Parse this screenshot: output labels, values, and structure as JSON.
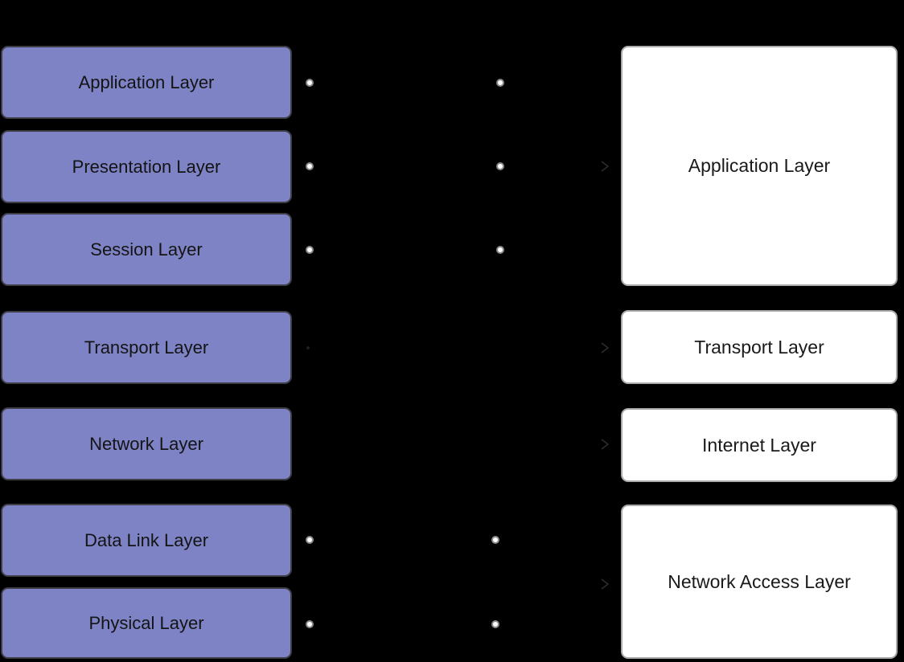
{
  "diagram": {
    "description": "OSI model layers mapped to TCP/IP model layers",
    "osi_model": {
      "layers": [
        {
          "label": "Application Layer"
        },
        {
          "label": "Presentation Layer"
        },
        {
          "label": "Session Layer"
        },
        {
          "label": "Transport Layer"
        },
        {
          "label": "Network Layer"
        },
        {
          "label": "Data Link Layer"
        },
        {
          "label": "Physical Layer"
        }
      ]
    },
    "tcpip_model": {
      "layers": [
        {
          "label": "Application Layer"
        },
        {
          "label": "Transport Layer"
        },
        {
          "label": "Internet Layer"
        },
        {
          "label": "Network Access Layer"
        }
      ]
    }
  },
  "colors": {
    "background": "#000000",
    "osi-box-fill": "#7E83C6",
    "osi-box-border": "#3E3E46",
    "osi-box-text": "#141414",
    "tcp-box-fill": "#FFFFFF",
    "tcp-box-border": "#ABABAB",
    "tcp-box-text": "#1A1A1A",
    "connector-dot-fill": "#FFFFFF",
    "connector-dot-ring": "#8A8A8A",
    "arrowhead-stroke": "#2E2E2E"
  }
}
